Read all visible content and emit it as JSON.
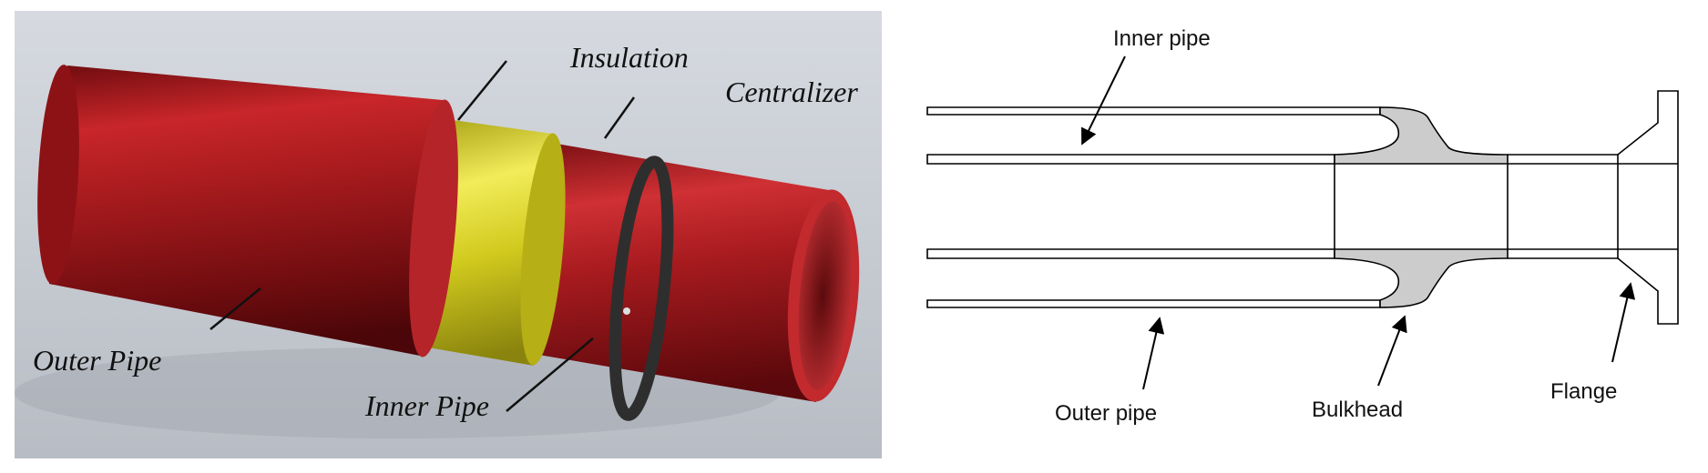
{
  "left": {
    "labels": {
      "insulation": "Insulation",
      "centralizer": "Centralizer",
      "outer_pipe": "Outer Pipe",
      "inner_pipe": "Inner Pipe"
    },
    "colors": {
      "pipe_red": "#a71a1c",
      "pipe_red_dark": "#6a0c0e",
      "insulation_yellow": "#d8d21c",
      "centralizer_gray": "#333333",
      "background": "#c9ced6"
    }
  },
  "right": {
    "labels": {
      "inner_pipe": "Inner pipe",
      "outer_pipe": "Outer pipe",
      "bulkhead": "Bulkhead",
      "flange": "Flange"
    },
    "colors": {
      "bulkhead_fill": "#cccccc",
      "line": "#000000"
    }
  }
}
